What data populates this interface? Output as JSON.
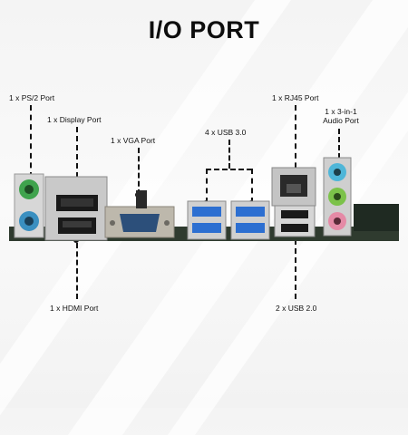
{
  "title": "I/O PORT",
  "labels": {
    "ps2": "1 x PS/2 Port",
    "displayport": "1 x Display Port",
    "vga": "1 x VGA Port",
    "usb3": "4 x USB 3.0",
    "rj45": "1 x RJ45 Port",
    "audio_line1": "1 x 3-in-1",
    "audio_line2": "Audio Port",
    "hdmi": "1 x HDMI Port",
    "usb2": "2 x USB 2.0"
  },
  "colors": {
    "ps2_top": "#3fa34d",
    "ps2_bottom": "#3a8fc0",
    "usb3_blue": "#2d6fd1",
    "audio_blue": "#4fb6d8",
    "audio_green": "#7cc24a",
    "audio_pink": "#e58aa6",
    "pcb": "#2a3a2a"
  },
  "icons": [
    "ps2-port-icon",
    "displayport-icon",
    "hdmi-port-icon",
    "vga-port-icon",
    "usb3-port-icon",
    "rj45-port-icon",
    "usb2-port-icon",
    "audio-jack-icon"
  ]
}
